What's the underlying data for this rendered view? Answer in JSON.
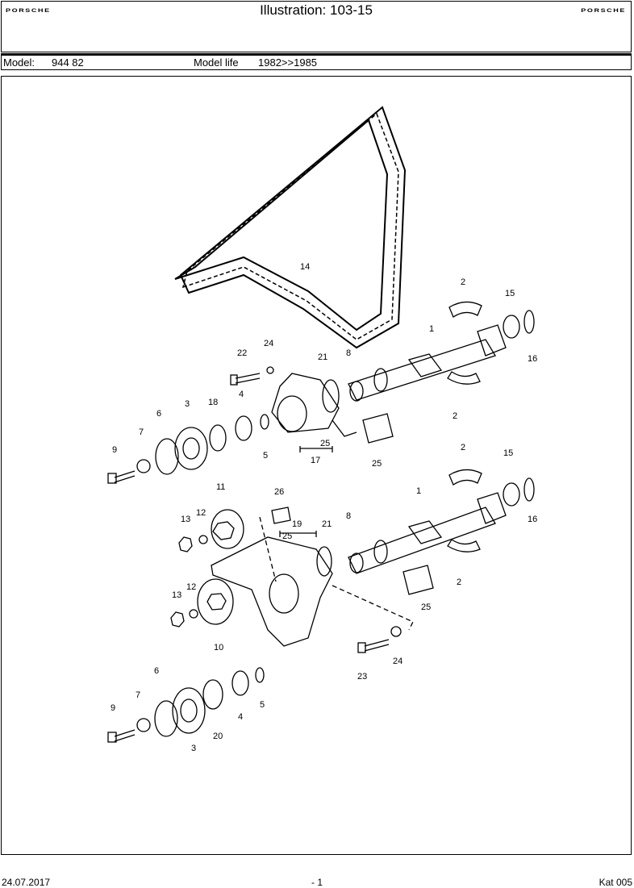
{
  "header": {
    "brand_left": "PORSCHE",
    "title": "Illustration: 103-15",
    "brand_right": "PORSCHE"
  },
  "model_row": {
    "model_label": "Model:",
    "model_value": "944 82",
    "life_label": "Model life",
    "life_value": "1982>>1985"
  },
  "diagram": {
    "callouts_upper": [
      "14",
      "2",
      "15",
      "1",
      "16",
      "22",
      "24",
      "21",
      "8",
      "2",
      "6",
      "3",
      "18",
      "4",
      "25",
      "7",
      "5",
      "17",
      "9",
      "25"
    ],
    "callouts_lower": [
      "2",
      "15",
      "11",
      "26",
      "1",
      "16",
      "12",
      "13",
      "19",
      "8",
      "25",
      "21",
      "2",
      "12",
      "13",
      "25",
      "10",
      "24",
      "23",
      "6",
      "7",
      "9",
      "4",
      "5",
      "20",
      "3"
    ]
  },
  "footer": {
    "date": "24.07.2017",
    "page": "- 1",
    "catalog": "Kat 005"
  }
}
